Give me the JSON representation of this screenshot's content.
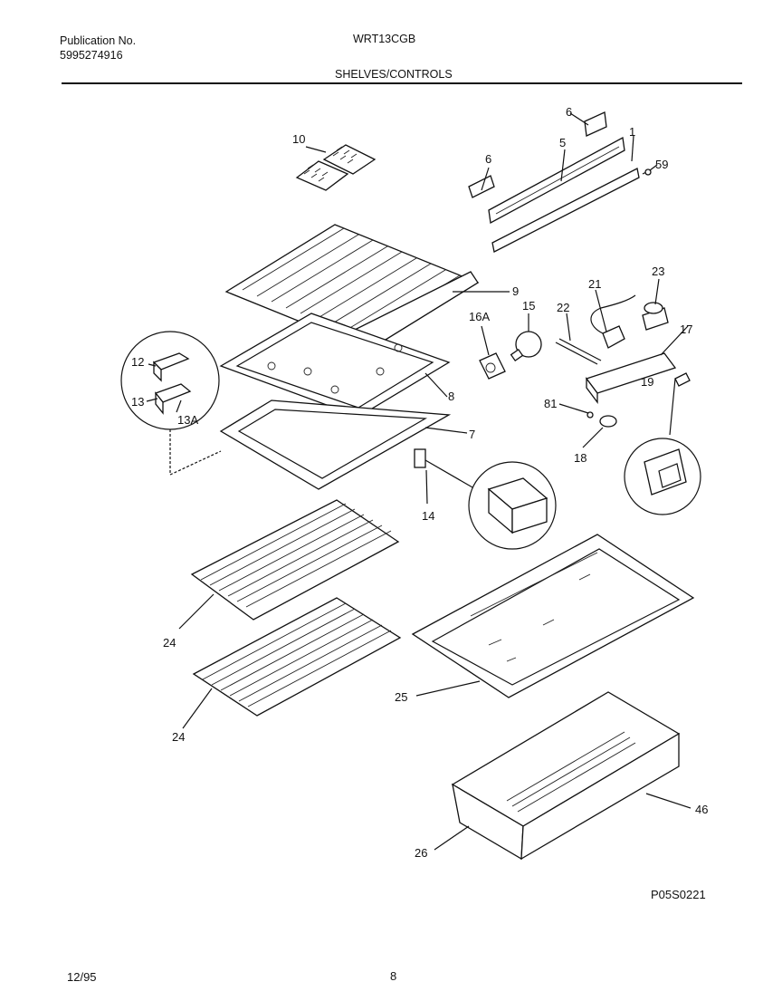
{
  "header": {
    "publication_label": "Publication No.",
    "publication_number": "5995274916",
    "model": "WRT13CGB",
    "section": "SHELVES/CONTROLS"
  },
  "callouts": [
    "1",
    "5",
    "6",
    "6",
    "59",
    "10",
    "9",
    "15",
    "16A",
    "21",
    "22",
    "23",
    "17",
    "12",
    "13",
    "13A",
    "8",
    "7",
    "81",
    "19",
    "18",
    "14",
    "24",
    "24",
    "25",
    "46",
    "26"
  ],
  "footer": {
    "diagram_code": "P05S0221",
    "date": "12/95",
    "page": "8"
  }
}
